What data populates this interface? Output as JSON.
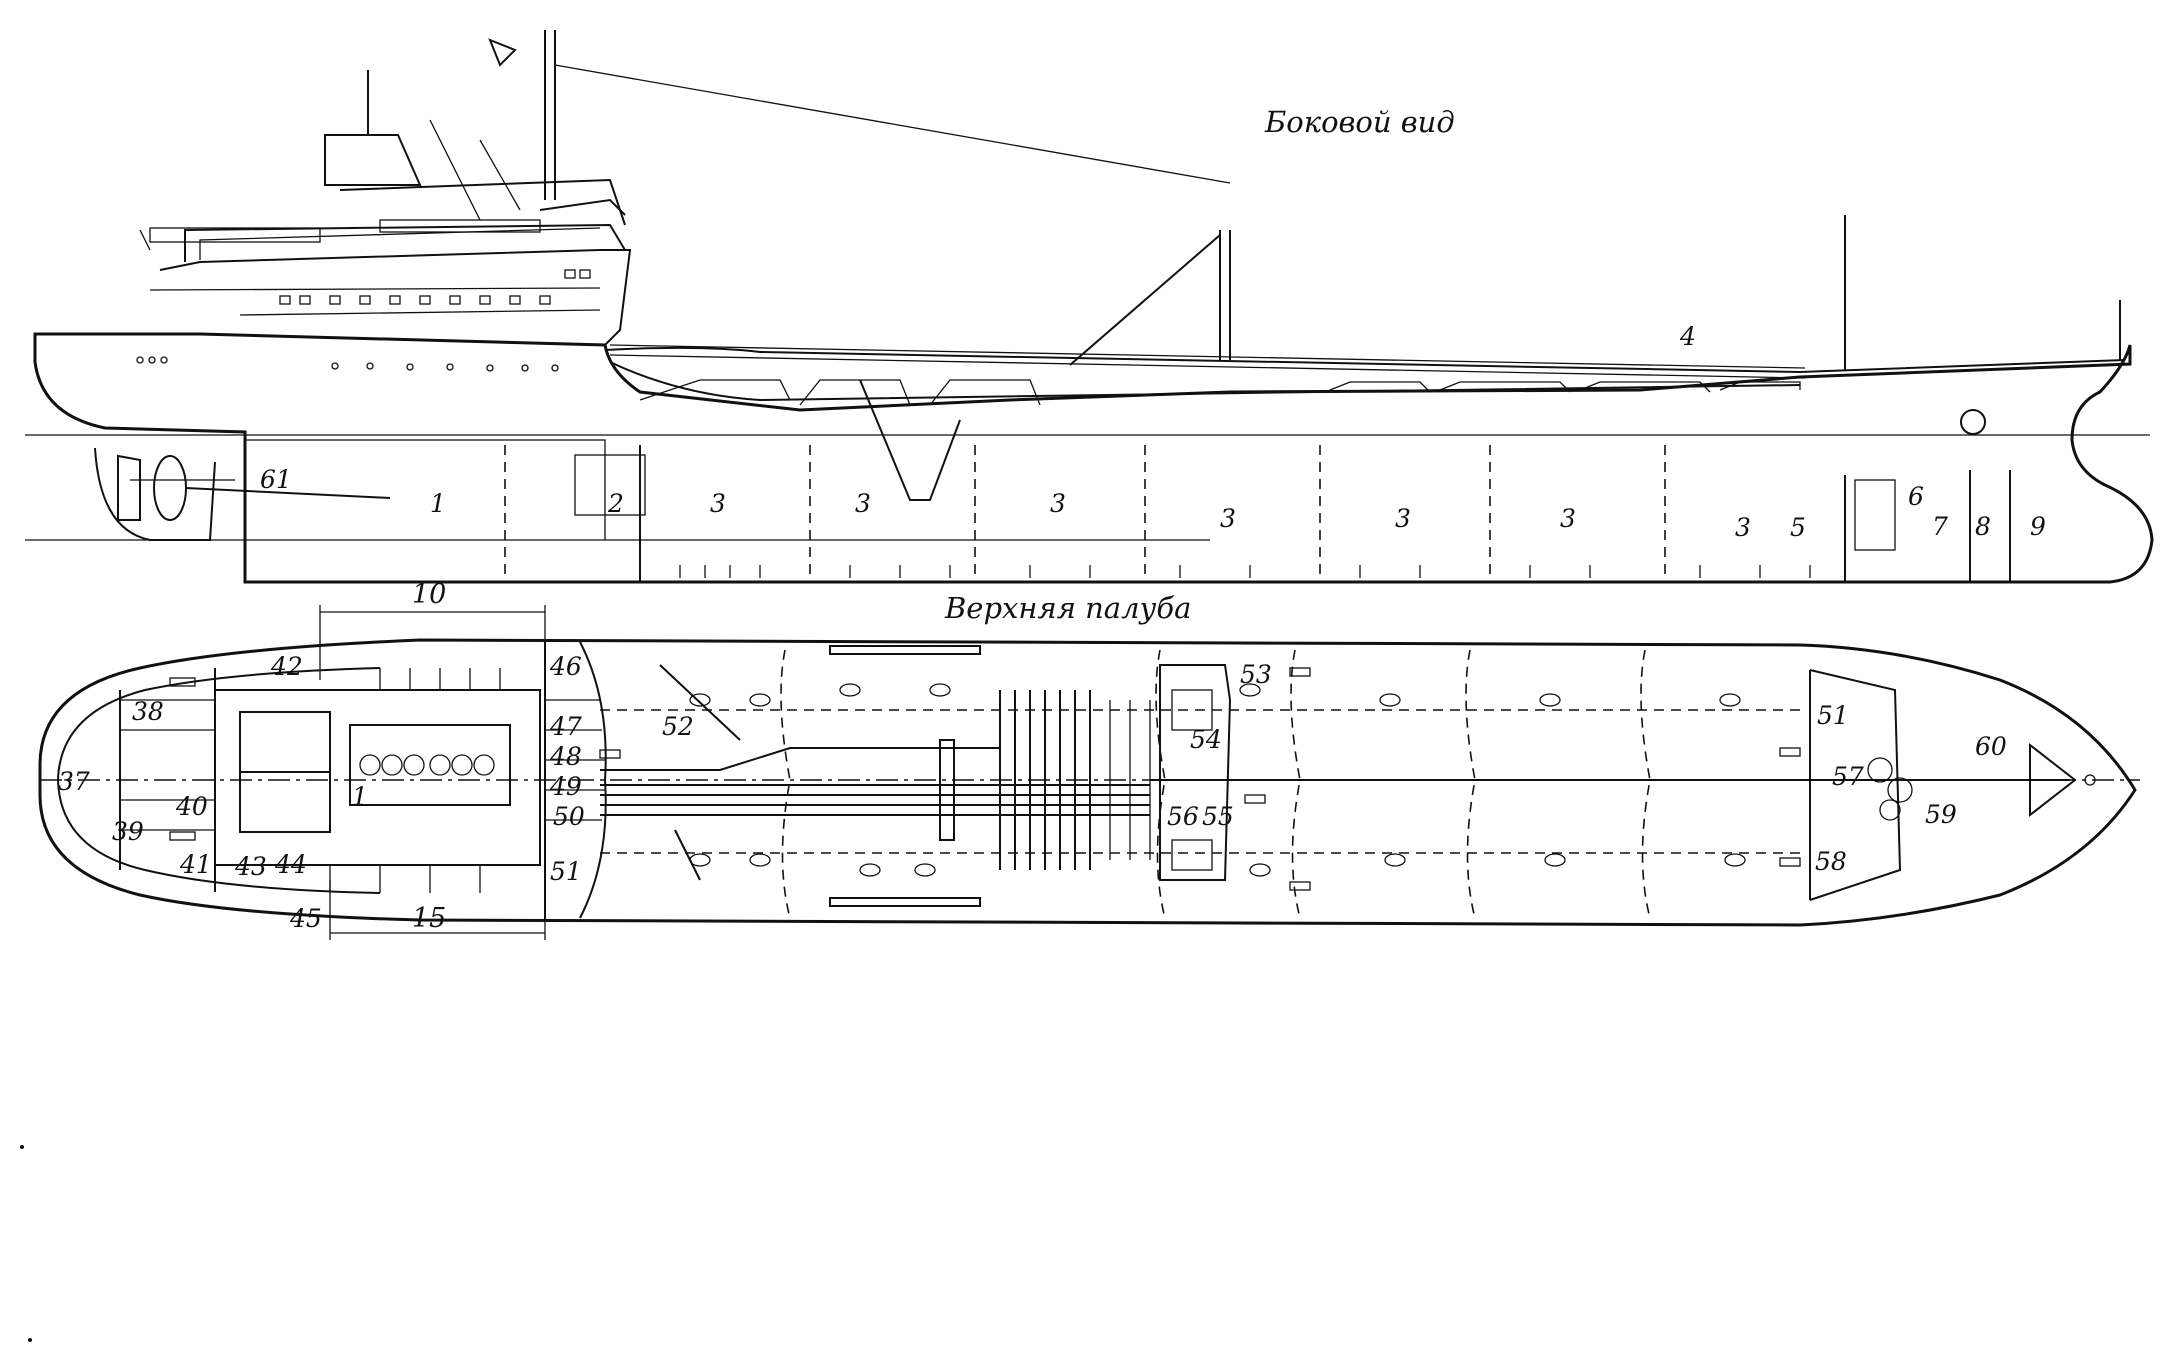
{
  "titles": {
    "side_view": "Боковой вид",
    "upper_deck": "Верхняя палуба"
  },
  "dimensions": {
    "top": "10",
    "bottom": "15"
  },
  "side_labels": {
    "l61": "61",
    "l1": "1",
    "l2": "2",
    "l3a": "3",
    "l3b": "3",
    "l3c": "3",
    "l3d": "3",
    "l3e": "3",
    "l3f": "3",
    "l3g": "3",
    "l4": "4",
    "l5": "5",
    "l6": "6",
    "l7": "7",
    "l8": "8",
    "l9": "9"
  },
  "deck_labels": {
    "l37": "37",
    "l38": "38",
    "l39": "39",
    "l40": "40",
    "l41": "41",
    "l42": "42",
    "l43": "43",
    "l44": "44",
    "l45": "45",
    "l46": "46",
    "l47": "47",
    "l48": "48",
    "l49": "49",
    "l50": "50",
    "l51a": "51",
    "l51b": "51",
    "l52": "52",
    "l53": "53",
    "l54": "54",
    "l55": "55",
    "l56": "56",
    "l57": "57",
    "l58": "58",
    "l59": "59",
    "l60": "60",
    "l1": "1"
  }
}
